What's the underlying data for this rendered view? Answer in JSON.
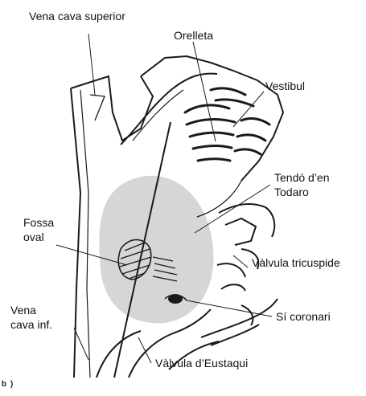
{
  "labels": {
    "vena_cava_superior": "Vena cava superior",
    "orelleta": "Orelleta",
    "vestibul": "Vestibul",
    "tendo_line1": "Tendó d’en",
    "tendo_line2": "Todaro",
    "fossa_line1": "Fossa",
    "fossa_line2": "oval",
    "valvula_tricuspide": "Vàlvula tricuspide",
    "vena_cava_inf_line1": "Vena",
    "vena_cava_inf_line2": "cava inf.",
    "si_coronari": "Sí coronari",
    "valvula_eustaqui": "Vàlvula d’Eustaqui"
  },
  "subfigure_label": "b )",
  "colors": {
    "ink": "#1a1a1a",
    "shaded_region": "#d6d6d6",
    "background": "#ffffff"
  }
}
